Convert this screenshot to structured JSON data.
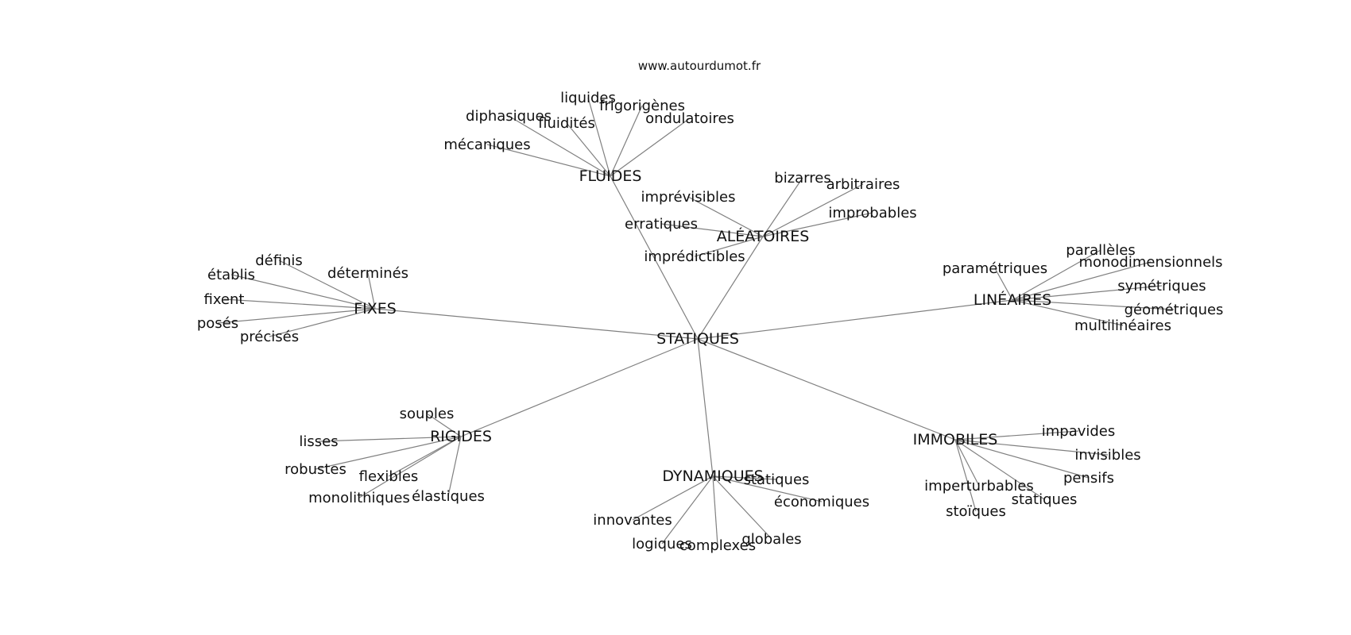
{
  "site": "www.autourdumot.fr",
  "root": "STATIQUES",
  "groups": [
    {
      "hub": "FLUIDES",
      "words": [
        "mécaniques",
        "diphasiques",
        "liquides",
        "fluidités",
        "frigorigènes",
        "ondulatoires"
      ]
    },
    {
      "hub": "ALÉATOIRES",
      "words": [
        "imprévisibles",
        "erratiques",
        "imprédictibles",
        "bizarres",
        "arbitraires",
        "improbables"
      ]
    },
    {
      "hub": "FIXES",
      "words": [
        "définis",
        "établis",
        "fixent",
        "posés",
        "précisés",
        "déterminés"
      ]
    },
    {
      "hub": "LINÉAIRES",
      "words": [
        "paramétriques",
        "parallèles",
        "monodimensionnels",
        "symétriques",
        "géométriques",
        "multilinéaires"
      ]
    },
    {
      "hub": "RIGIDES",
      "words": [
        "souples",
        "lisses",
        "robustes",
        "flexibles",
        "monolithiques",
        "élastiques"
      ]
    },
    {
      "hub": "DYNAMIQUES",
      "words": [
        "statiques",
        "économiques",
        "innovantes",
        "logiques",
        "complexes",
        "globales"
      ]
    },
    {
      "hub": "IMMOBILES",
      "words": [
        "impavides",
        "invisibles",
        "pensifs",
        "imperturbables",
        "statiques",
        "stoïques"
      ]
    }
  ]
}
